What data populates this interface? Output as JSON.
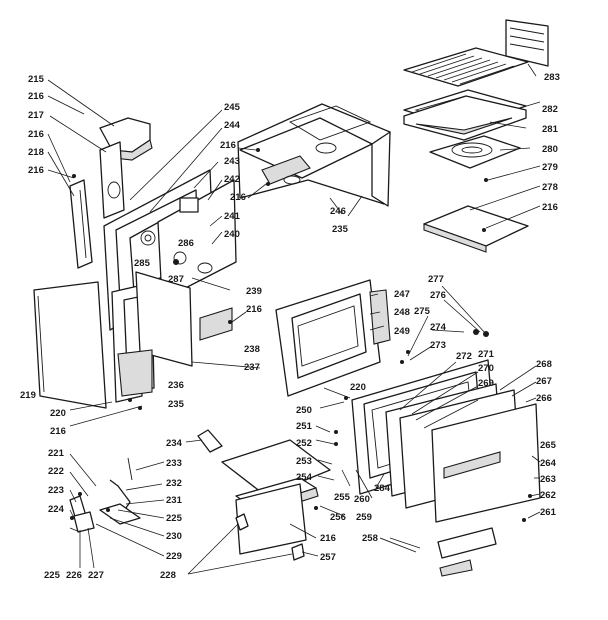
{
  "labels": {
    "l215": "215",
    "l216a": "216",
    "l217": "217",
    "l216b": "216",
    "l218": "218",
    "l216c": "216",
    "l245": "245",
    "l244": "244",
    "l243": "243",
    "l242": "242",
    "l241": "241",
    "l240": "240",
    "l286": "286",
    "l285": "285",
    "l287": "287",
    "l239": "239",
    "l216d": "216",
    "l238": "238",
    "l237": "237",
    "l236": "236",
    "l235a": "235",
    "l219": "219",
    "l220a": "220",
    "l216e": "216",
    "l216f": "216",
    "l216g": "216",
    "l246": "246",
    "l235b": "235",
    "l283": "283",
    "l282": "282",
    "l281": "281",
    "l280": "280",
    "l279": "279",
    "l278": "278",
    "l216h": "216",
    "l277": "277",
    "l276": "276",
    "l275": "275",
    "l274": "274",
    "l273": "273",
    "l247": "247",
    "l248": "248",
    "l249": "249",
    "l220b": "220",
    "l250": "250",
    "l272": "272",
    "l271": "271",
    "l270": "270",
    "l269": "269",
    "l268": "268",
    "l267": "267",
    "l266": "266",
    "l265": "265",
    "l264": "264",
    "l263": "263",
    "l262": "262",
    "l261": "261",
    "l251": "251",
    "l252": "252",
    "l253": "253",
    "l254": "254",
    "l255": "255",
    "l260": "260",
    "l259": "259",
    "l284": "284",
    "l256": "256",
    "l216i": "216",
    "l257": "257",
    "l258": "258",
    "l234": "234",
    "l233": "233",
    "l232": "232",
    "l231": "231",
    "l225a": "225",
    "l230": "230",
    "l229": "229",
    "l228": "228",
    "l221": "221",
    "l222": "222",
    "l223": "223",
    "l224": "224",
    "l225b": "225",
    "l226": "226",
    "l227": "227"
  }
}
